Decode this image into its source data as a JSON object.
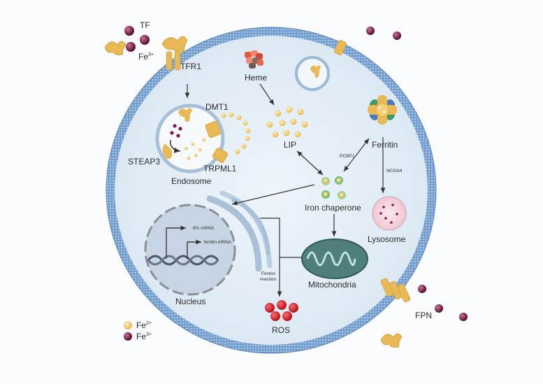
{
  "labels": {
    "tf": "TF",
    "fe3_outside": "Fe",
    "fe3_outside_sup": "3+",
    "tfr1": "TFR1",
    "heme": "Heme",
    "dmt1": "DMT1",
    "steap3": "STEAP3",
    "trpml1": "TRPML1",
    "endosome": "Endosome",
    "lip": "LIP",
    "ferritin": "Ferritin",
    "pcbp1": "PCBP1",
    "ncoa4": "NCOA4",
    "iron_chaperone": "Iron chaperone",
    "lysosome": "Lysosome",
    "tfr1_mrna": "tfr1 mRNA",
    "ferritin_mrna": "ferritin mRNA",
    "nucleus": "Nucleus",
    "fenton_line1": "Fenton",
    "fenton_line2": "reaction",
    "mitochondria": "Mitochondria",
    "ros": "ROS",
    "fpn": "FPN"
  },
  "legend": {
    "fe2_text": "Fe",
    "fe2_sup": "2+",
    "fe3_text": "Fe",
    "fe3_sup": "3+"
  },
  "colors": {
    "fe2": "#f4d27a",
    "fe3": "#7a1f45",
    "membrane": "#7fa7d0",
    "cytoplasm": "#e6f0f8",
    "transporter": "#e8b955",
    "ros": "#d8262c",
    "mitochondria": "#4f7f7c",
    "lysosome": "#f4d5dc"
  }
}
